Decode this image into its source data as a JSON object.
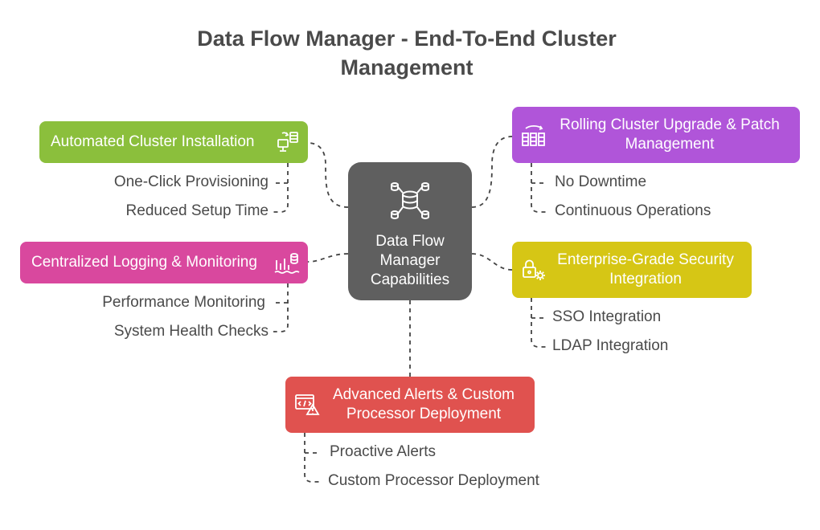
{
  "title": "Data Flow Manager - End-To-End Cluster Management",
  "center": {
    "label": "Data Flow Manager Capabilities",
    "icon": "database-network-icon"
  },
  "branches": [
    {
      "id": "automated",
      "label": "Automated Cluster Installation",
      "color": "#8bbf3c",
      "icon": "server-setup-icon",
      "children": [
        "One-Click Provisioning",
        "Reduced Setup Time"
      ]
    },
    {
      "id": "logging",
      "label": "Centralized Logging & Monitoring",
      "color": "#d9489e",
      "icon": "chart-database-icon",
      "children": [
        "Performance Monitoring",
        "System Health Checks"
      ]
    },
    {
      "id": "rolling",
      "label": "Rolling Cluster Upgrade & Patch Management",
      "color": "#b055d9",
      "icon": "cluster-refresh-icon",
      "children": [
        "No Downtime",
        "Continuous Operations"
      ]
    },
    {
      "id": "security",
      "label": "Enterprise-Grade Security Integration",
      "color": "#d6c615",
      "icon": "lock-gear-icon",
      "children": [
        "SSO Integration",
        "LDAP Integration"
      ]
    },
    {
      "id": "alerts",
      "label": "Advanced Alerts & Custom Processor Deployment",
      "color": "#e0524f",
      "icon": "code-warning-icon",
      "children": [
        "Proactive Alerts",
        "Custom Processor Deployment"
      ]
    }
  ]
}
